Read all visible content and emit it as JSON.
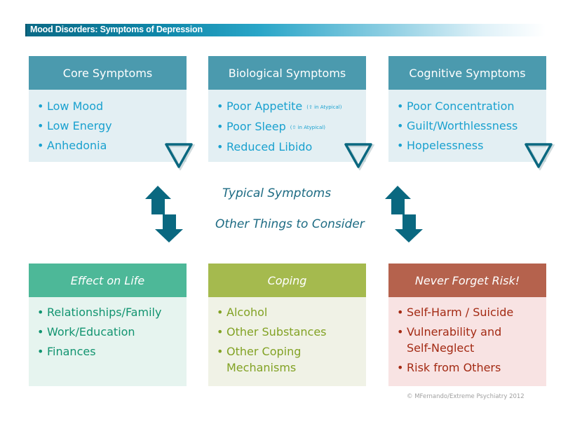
{
  "title": "Mood Disorders: Symptoms of Depression",
  "colors": {
    "title_bar": "#0e86a8",
    "typical_header": "#4b9aae",
    "typical_text": "#1aa1cf",
    "effect_header": "#4db898",
    "coping_header": "#a5ba4e",
    "risk_header": "#b5624d",
    "arrow": "#0a6880"
  },
  "typical_boxes": [
    {
      "heading": "Core Symptoms",
      "items": [
        {
          "text": "Low Mood",
          "note": ""
        },
        {
          "text": "Low Energy",
          "note": ""
        },
        {
          "text": "Anhedonia",
          "note": ""
        }
      ],
      "icon": "triangle-down-icon"
    },
    {
      "heading": "Biological Symptoms",
      "items": [
        {
          "text": "Poor Appetite",
          "note": "(⇧ in Atypical)"
        },
        {
          "text": "Poor Sleep",
          "note": "(⇧ in Atypical)"
        },
        {
          "text": "Reduced Libido",
          "note": ""
        }
      ],
      "icon": "triangle-down-icon"
    },
    {
      "heading": "Cognitive Symptoms",
      "items": [
        {
          "text": "Poor Concentration",
          "note": ""
        },
        {
          "text": "Guilt/Worthlessness",
          "note": ""
        },
        {
          "text": "Hopelessness",
          "note": ""
        }
      ],
      "icon": "triangle-down-icon"
    }
  ],
  "middle": {
    "typical_label": "Typical Symptoms",
    "other_label": "Other Things to Consider",
    "icon": "up-down-arrows-icon"
  },
  "other_boxes": [
    {
      "heading": "Effect on Life",
      "items": [
        "Relationships/Family",
        "Work/Education",
        "Finances"
      ]
    },
    {
      "heading": "Coping",
      "items": [
        "Alcohol",
        "Other Substances",
        "Other Coping Mechanisms"
      ]
    },
    {
      "heading": "Never Forget Risk!",
      "items": [
        "Self-Harm / Suicide",
        "Vulnerability and Self-Neglect",
        "Risk from Others"
      ]
    }
  ],
  "copyright": "© MFernando/Extreme  Psychiatry 2012"
}
